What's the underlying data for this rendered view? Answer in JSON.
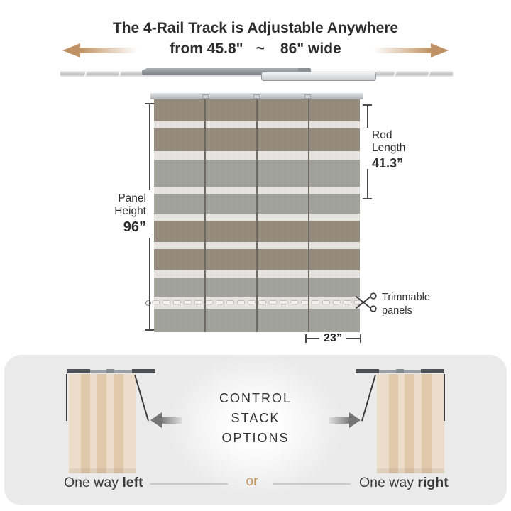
{
  "colors": {
    "accent_tan": "#bf9265",
    "text_dark": "#2d2d2d",
    "panel_brown": "#968b7d",
    "panel_gray": "#a3a39e",
    "panel_white_stripe": "#e6e5e2",
    "beige_light": "#ecddca",
    "beige_dark": "#e0c8ab",
    "bottom_background": "#eaeaea",
    "or_tan": "#c4935f"
  },
  "icons": {
    "arrow_left": "tan-arrow-left",
    "arrow_right": "tan-arrow-right",
    "scissors": "scissors-icon",
    "stack_arrow_left": "gray-arrow-left",
    "stack_arrow_right": "gray-arrow-right"
  },
  "header": {
    "title_line1": "The 4-Rail Track is Adjustable Anywhere",
    "range_from": "from 45.8\"",
    "range_tilde": "~",
    "range_to": "86\" wide"
  },
  "measurements": {
    "panel_height_label1": "Panel",
    "panel_height_label2": "Height",
    "panel_height_value": "96”",
    "rod_length_label1": "Rod",
    "rod_length_label2": "Length",
    "rod_length_value": "41.3”",
    "panel_width_value": "23”",
    "trimmable_line1": "Trimmable",
    "trimmable_line2": "panels"
  },
  "panel_stripes": [
    {
      "h": 31,
      "color": "#968b7d"
    },
    {
      "h": 10,
      "color": "#e6e5e2"
    },
    {
      "h": 32,
      "color": "#968b7d"
    },
    {
      "h": 12,
      "color": "#e6e5e2"
    },
    {
      "h": 38,
      "color": "#a3a39e"
    },
    {
      "h": 10,
      "color": "#e6e5e2"
    },
    {
      "h": 28,
      "color": "#a3a39e"
    },
    {
      "h": 10,
      "color": "#e6e5e2"
    },
    {
      "h": 30,
      "color": "#968b7d"
    },
    {
      "h": 10,
      "color": "#e6e5e2"
    },
    {
      "h": 30,
      "color": "#968b7d"
    },
    {
      "h": 10,
      "color": "#e6e5e2"
    },
    {
      "h": 27,
      "color": "#a3a39e"
    },
    {
      "h": 17,
      "color": "#e6e5e2"
    },
    {
      "h": 33,
      "color": "#a3a39e"
    }
  ],
  "stack_stripes": [
    {
      "w": 17,
      "color": "#ecddca"
    },
    {
      "w": 13,
      "color": "#e0c8ab"
    },
    {
      "w": 9,
      "color": "#ecddca"
    },
    {
      "w": 14,
      "color": "#e0c8ab"
    },
    {
      "w": 10,
      "color": "#ecddca"
    },
    {
      "w": 14,
      "color": "#e0c8ab"
    },
    {
      "w": 18,
      "color": "#ecddca"
    }
  ],
  "control": {
    "title_line1": "CONTROL",
    "title_line2": "STACK",
    "title_line3": "OPTIONS",
    "left_option_regular": "One way",
    "left_option_bold": "left",
    "or_text": "or",
    "right_option_regular": "One way",
    "right_option_bold": "right"
  }
}
